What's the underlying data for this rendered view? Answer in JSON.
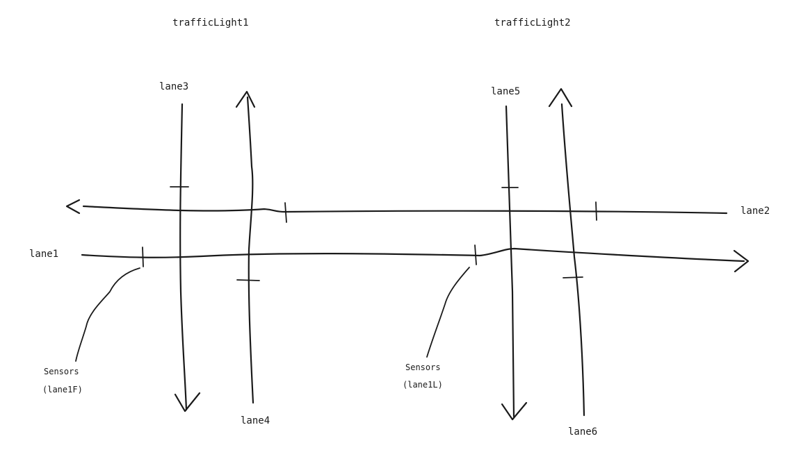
{
  "traffic_lights": [
    {
      "id": "tl1",
      "label": "trafficLight1"
    },
    {
      "id": "tl2",
      "label": "trafficLight2"
    }
  ],
  "lanes": {
    "lane1": "lane1",
    "lane2": "lane2",
    "lane3": "lane3",
    "lane4": "lane4",
    "lane5": "lane5",
    "lane6": "lane6"
  },
  "sensors": [
    {
      "id": "s1",
      "title": "Sensors",
      "name": "(lane1F)"
    },
    {
      "id": "s2",
      "title": "Sensors",
      "name": "(lane1L)"
    }
  ]
}
